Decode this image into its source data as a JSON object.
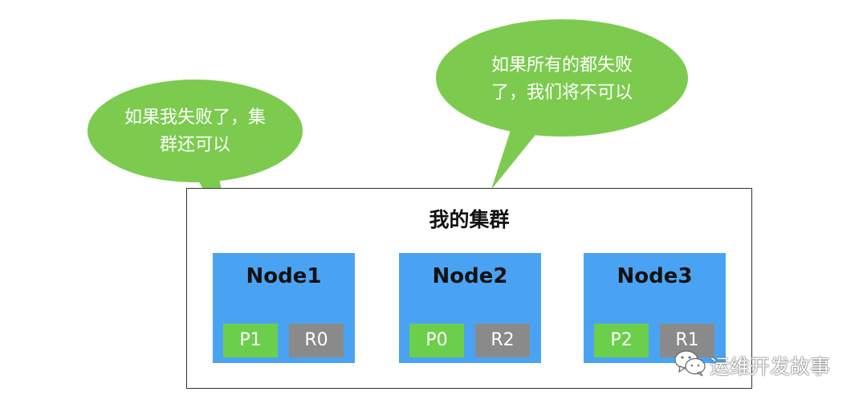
{
  "cluster": {
    "title": "我的集群"
  },
  "nodes": [
    {
      "name": "Node1",
      "primary": "P1",
      "replica": "R0"
    },
    {
      "name": "Node2",
      "primary": "P0",
      "replica": "R2"
    },
    {
      "name": "Node3",
      "primary": "P2",
      "replica": "R1"
    }
  ],
  "bubbles": {
    "left": {
      "line1": "如果我失败了，集",
      "line2": "群还可以"
    },
    "right": {
      "line1": "如果所有的都失败",
      "line2": "了，我们将不可以"
    }
  },
  "watermark": {
    "brand": "运维开发故事",
    "icon": "wechat-icon"
  },
  "colors": {
    "node": "#4aa3f2",
    "primary": "#6ccf4b",
    "replica": "#8a8a8a",
    "bubble": "#7ccb4f"
  }
}
